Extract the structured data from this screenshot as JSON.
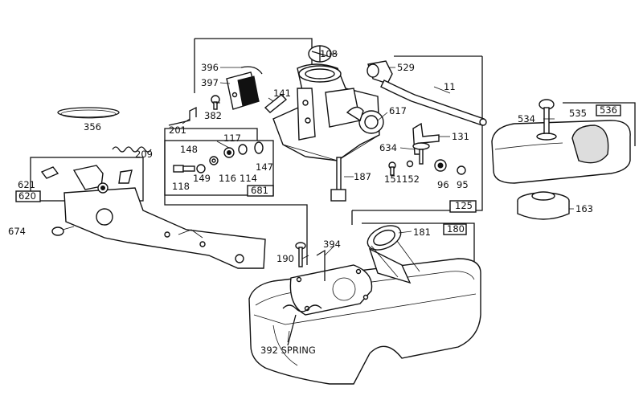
{
  "diagram": {
    "kits": [
      {
        "id": "kit-125",
        "label": "125"
      },
      {
        "id": "kit-180",
        "label": "180"
      },
      {
        "id": "kit-536",
        "label": "536"
      },
      {
        "id": "kit-620",
        "label": "620"
      },
      {
        "id": "kit-681",
        "label": "681"
      }
    ],
    "parts": [
      {
        "id": "108",
        "label": "108"
      },
      {
        "id": "529",
        "label": "529"
      },
      {
        "id": "11",
        "label": "11"
      },
      {
        "id": "396",
        "label": "396"
      },
      {
        "id": "397",
        "label": "397"
      },
      {
        "id": "141",
        "label": "141"
      },
      {
        "id": "382",
        "label": "382"
      },
      {
        "id": "617",
        "label": "617"
      },
      {
        "id": "131",
        "label": "131"
      },
      {
        "id": "634",
        "label": "634"
      },
      {
        "id": "356",
        "label": "356"
      },
      {
        "id": "201",
        "label": "201"
      },
      {
        "id": "209",
        "label": "209"
      },
      {
        "id": "117",
        "label": "117"
      },
      {
        "id": "148",
        "label": "148"
      },
      {
        "id": "147",
        "label": "147"
      },
      {
        "id": "149",
        "label": "149"
      },
      {
        "id": "116",
        "label": "116"
      },
      {
        "id": "114",
        "label": "114"
      },
      {
        "id": "118",
        "label": "118"
      },
      {
        "id": "187",
        "label": "187"
      },
      {
        "id": "151",
        "label": "151"
      },
      {
        "id": "152",
        "label": "152"
      },
      {
        "id": "96",
        "label": "96"
      },
      {
        "id": "95",
        "label": "95"
      },
      {
        "id": "621",
        "label": "621"
      },
      {
        "id": "674",
        "label": "674"
      },
      {
        "id": "534",
        "label": "534"
      },
      {
        "id": "535",
        "label": "535"
      },
      {
        "id": "163",
        "label": "163"
      },
      {
        "id": "181",
        "label": "181"
      },
      {
        "id": "394",
        "label": "394"
      },
      {
        "id": "190",
        "label": "190"
      },
      {
        "id": "392",
        "label": "392 SPRING"
      }
    ]
  }
}
